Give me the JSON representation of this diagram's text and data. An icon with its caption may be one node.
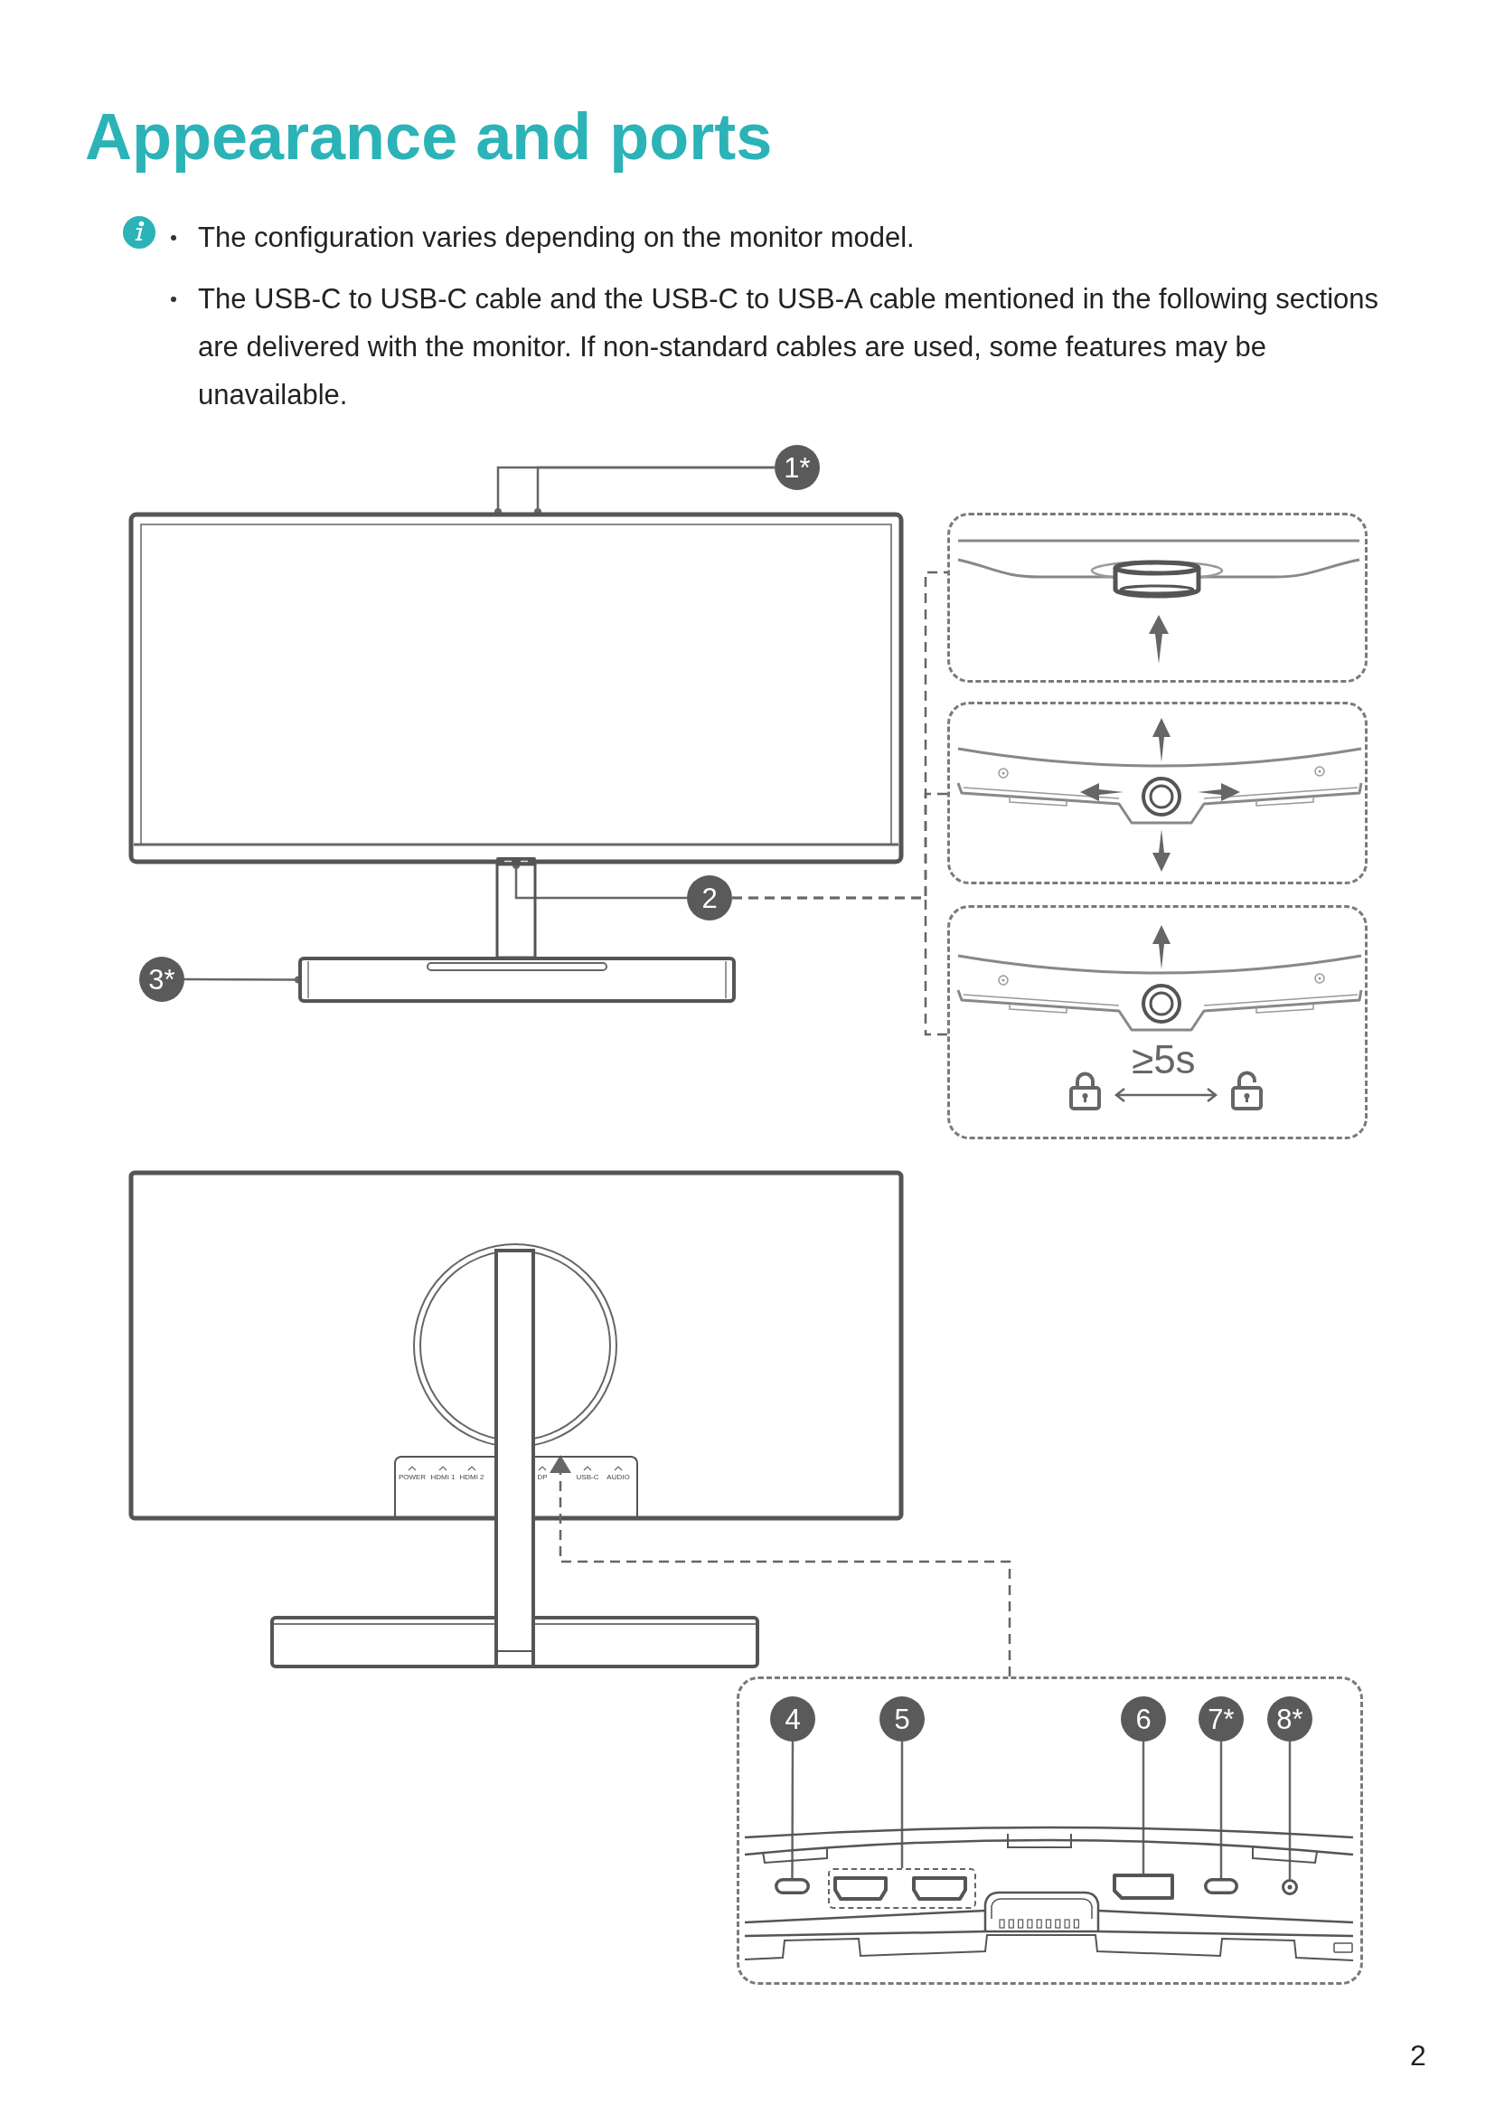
{
  "diagram": {
    "title": "Appearance and ports",
    "nodes": [
      {
        "text": [
          "1*"
        ]
      },
      {
        "text": [],
        "shape": "picture"
      },
      {
        "text": [],
        "shape": "box"
      },
      {
        "text": [],
        "shape": "box"
      },
      {
        "text": [
          "2"
        ]
      },
      {
        "text": [
          "≥5s"
        ]
      },
      {
        "text": [
          "3*"
        ]
      },
      {
        "text": [
          "POWER",
          "HDMI 1",
          "HDMI 2",
          "DP",
          "USB-C",
          "AUDIO"
        ]
      },
      {
        "text": [],
        "shape": "box"
      },
      {
        "text": [
          "4"
        ],
        "in": 8
      },
      {
        "text": [
          "5"
        ],
        "in": 8
      },
      {
        "text": [
          "6"
        ],
        "in": 8
      },
      {
        "text": [
          "7*"
        ],
        "in": 8
      },
      {
        "text": [
          "8*"
        ],
        "in": 8
      },
      {
        "text": [],
        "shape": "box",
        "in": 8
      },
      {
        "text": [],
        "shape": "box",
        "in": 8
      },
      {
        "text": [],
        "shape": "box",
        "in": 8
      },
      {
        "text": [],
        "shape": "box",
        "in": 8
      },
      {
        "text": [],
        "shape": "circle",
        "in": 8
      },
      {
        "text": [],
        "shape": "box",
        "in": 1
      },
      {
        "text": [],
        "shape": "bar"
      }
    ],
    "edges": [
      {
        "from": 0,
        "to": 1,
        "arrow": "other"
      },
      {
        "from": 0,
        "to": 1,
        "arrow": "other"
      },
      {
        "from": 4,
        "to": 19,
        "arrow": "other"
      },
      {
        "from": 4,
        "to": 2,
        "arrow": "none",
        "style": "dashed"
      },
      {
        "from": 4,
        "to": 3,
        "arrow": "none",
        "style": "dashed"
      },
      {
        "from": 4,
        "to": 5,
        "arrow": "none",
        "style": "dashed"
      },
      {
        "from": 6,
        "to": 20,
        "arrow": "other"
      },
      {
        "from": 8,
        "to": 7,
        "arrow": "to",
        "style": "dashed"
      },
      {
        "from": 9,
        "to": 14,
        "arrow": "none"
      },
      {
        "from": 10,
        "to": 15,
        "arrow": "none"
      },
      {
        "from": 11,
        "to": 16,
        "arrow": "none"
      },
      {
        "from": 12,
        "to": 17,
        "arrow": "none"
      },
      {
        "from": 13,
        "to": 18,
        "arrow": "none"
      }
    ],
    "labels": [
      "The configuration varies depending on the monitor model.",
      "The USB-C to USB-C cable and the USB-C to USB-A cable mentioned in the following sections are delivered with the monitor. If non-standard cables are used, some features may be unavailable.",
      "2"
    ]
  }
}
